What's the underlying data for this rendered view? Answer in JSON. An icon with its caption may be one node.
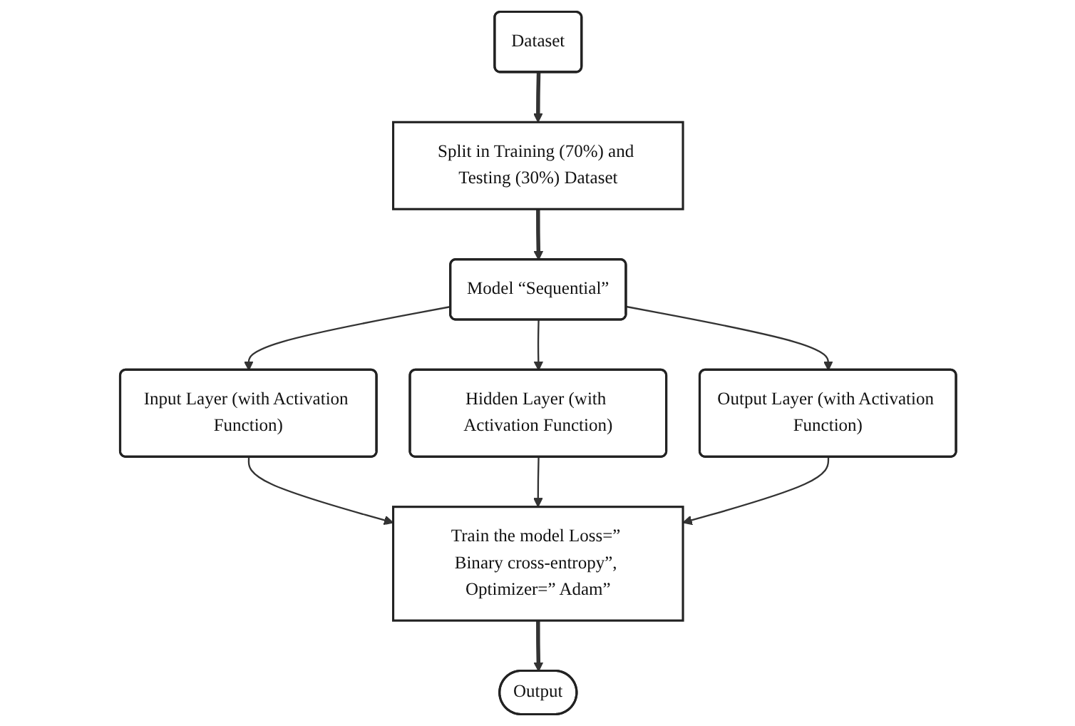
{
  "diagram": {
    "nodes": [
      {
        "text": [
          "Dataset"
        ]
      },
      {
        "text": [
          "Split in Training (70%) and Testing (30%) Dataset"
        ]
      },
      {
        "text": [
          "Model “Sequential”"
        ]
      },
      {
        "text": [
          "Input Layer (with Activation Function)"
        ]
      },
      {
        "text": [
          "Hidden Layer (with Activation Function)"
        ]
      },
      {
        "text": [
          "Output Layer (with Activation Function)"
        ]
      },
      {
        "text": [
          "Train the model Loss=” Binary cross-entropy”, Optimizer=” Adam”"
        ]
      },
      {
        "text": [
          "Output"
        ]
      }
    ],
    "edges": [
      {
        "from": 0,
        "to": 1,
        "arrow": "to",
        "style": "thick"
      },
      {
        "from": 1,
        "to": 2,
        "arrow": "to",
        "style": "thick"
      },
      {
        "from": 2,
        "to": 3,
        "arrow": "to"
      },
      {
        "from": 2,
        "to": 4,
        "arrow": "to"
      },
      {
        "from": 2,
        "to": 5,
        "arrow": "to"
      },
      {
        "from": 3,
        "to": 6,
        "arrow": "to"
      },
      {
        "from": 4,
        "to": 6,
        "arrow": "to"
      },
      {
        "from": 5,
        "to": 6,
        "arrow": "to"
      },
      {
        "from": 6,
        "to": 7,
        "arrow": "to",
        "style": "thick"
      }
    ]
  }
}
